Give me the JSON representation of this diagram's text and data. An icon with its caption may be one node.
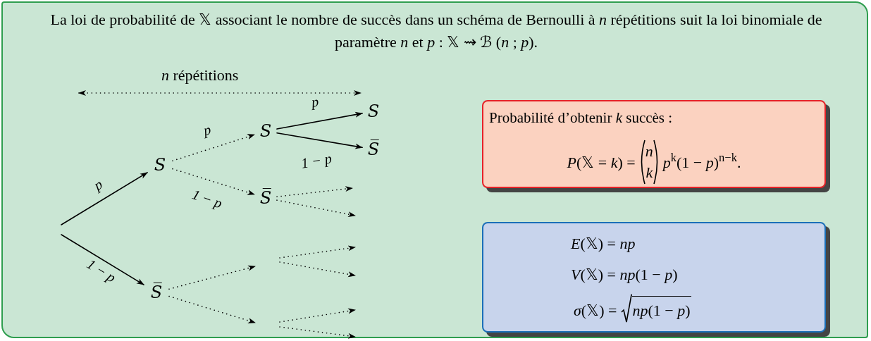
{
  "diagram": {
    "nodes": [
      {
        "text": [
          "La loi de probabilité de 𝕏 associant le nombre de succès dans un schéma de Bernoulli à *n* répétitions suit la loi binomiale de paramètre *n* et *p* : 𝕏 ⇝ ℬ (*n* ; *p*)."
        ]
      },
      {
        "text": [
          "S"
        ],
        "in": 0
      },
      {
        "text": [
          "S̅"
        ],
        "in": 0
      },
      {
        "text": [
          "S"
        ],
        "in": 0
      },
      {
        "text": [
          "S̅"
        ],
        "in": 0
      },
      {
        "text": [
          "S"
        ],
        "in": 0
      },
      {
        "text": [
          "S̅"
        ],
        "in": 0
      },
      {
        "text": [
          "Probabilité d’obtenir *k* succès :",
          "*P*(𝕏 = *k*) =",
          "*n*",
          "*k*",
          "*p*$^{k}$(1 − *p*)$^{n−k}$."
        ],
        "in": 0
      },
      {
        "text": [
          "*E*(𝕏) = *np*",
          "*V*(𝕏) = *np*(1 − *p*)",
          "*σ*(𝕏) =",
          "*np*(1 − *p*)"
        ],
        "in": 0
      }
    ],
    "edges": [
      {
        "from": null,
        "to": 1,
        "arrow": "to",
        "label": "p"
      },
      {
        "from": null,
        "to": 2,
        "arrow": "to",
        "label": "1 − p"
      },
      {
        "from": 1,
        "to": 3,
        "arrow": "to",
        "label": "p",
        "style": "dashed"
      },
      {
        "from": 1,
        "to": 4,
        "arrow": "to",
        "label": "1 − p",
        "style": "dashed"
      },
      {
        "from": 3,
        "to": 5,
        "arrow": "to",
        "label": "p"
      },
      {
        "from": 3,
        "to": 6,
        "arrow": "to",
        "label": "1 − p"
      },
      {
        "from": 4,
        "to": null,
        "arrow": "to",
        "style": "dashed"
      },
      {
        "from": 4,
        "to": null,
        "arrow": "to",
        "style": "dashed"
      },
      {
        "from": 2,
        "to": null,
        "arrow": "to",
        "style": "dashed"
      },
      {
        "from": 2,
        "to": null,
        "arrow": "to",
        "style": "dashed"
      }
    ],
    "labels": [
      "*n* répétitions"
    ]
  }
}
